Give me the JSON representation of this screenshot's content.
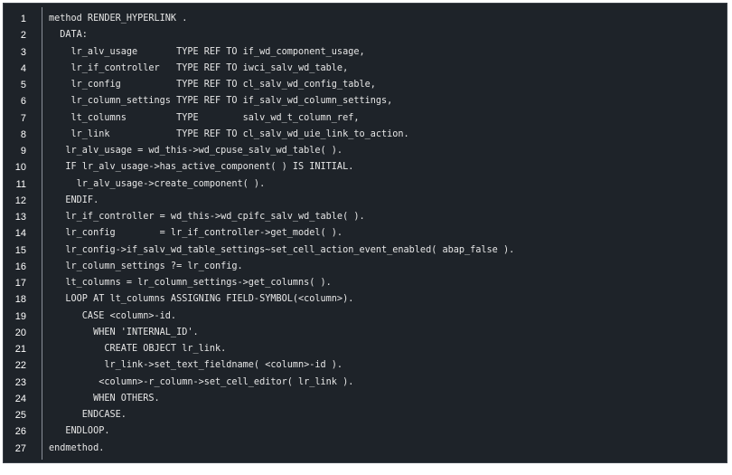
{
  "code_lines": [
    {
      "num": "1",
      "text": "method RENDER_HYPERLINK ."
    },
    {
      "num": "2",
      "text": "  DATA:"
    },
    {
      "num": "3",
      "text": "    lr_alv_usage       TYPE REF TO if_wd_component_usage,"
    },
    {
      "num": "4",
      "text": "    lr_if_controller   TYPE REF TO iwci_salv_wd_table,"
    },
    {
      "num": "5",
      "text": "    lr_config          TYPE REF TO cl_salv_wd_config_table,"
    },
    {
      "num": "6",
      "text": "    lr_column_settings TYPE REF TO if_salv_wd_column_settings,"
    },
    {
      "num": "7",
      "text": "    lt_columns         TYPE        salv_wd_t_column_ref,"
    },
    {
      "num": "8",
      "text": "    lr_link            TYPE REF TO cl_salv_wd_uie_link_to_action."
    },
    {
      "num": "9",
      "text": "   lr_alv_usage = wd_this->wd_cpuse_salv_wd_table( )."
    },
    {
      "num": "10",
      "text": "   IF lr_alv_usage->has_active_component( ) IS INITIAL."
    },
    {
      "num": "11",
      "text": "     lr_alv_usage->create_component( )."
    },
    {
      "num": "12",
      "text": "   ENDIF."
    },
    {
      "num": "13",
      "text": "   lr_if_controller = wd_this->wd_cpifc_salv_wd_table( )."
    },
    {
      "num": "14",
      "text": "   lr_config        = lr_if_controller->get_model( )."
    },
    {
      "num": "15",
      "text": "   lr_config->if_salv_wd_table_settings~set_cell_action_event_enabled( abap_false )."
    },
    {
      "num": "16",
      "text": "   lr_column_settings ?= lr_config."
    },
    {
      "num": "17",
      "text": "   lt_columns = lr_column_settings->get_columns( )."
    },
    {
      "num": "18",
      "text": "   LOOP AT lt_columns ASSIGNING FIELD-SYMBOL(<column>)."
    },
    {
      "num": "19",
      "text": "      CASE <column>-id."
    },
    {
      "num": "20",
      "text": "        WHEN 'INTERNAL_ID'."
    },
    {
      "num": "21",
      "text": "          CREATE OBJECT lr_link."
    },
    {
      "num": "22",
      "text": "          lr_link->set_text_fieldname( <column>-id )."
    },
    {
      "num": "23",
      "text": "         <column>-r_column->set_cell_editor( lr_link )."
    },
    {
      "num": "24",
      "text": "        WHEN OTHERS."
    },
    {
      "num": "25",
      "text": "      ENDCASE."
    },
    {
      "num": "26",
      "text": "   ENDLOOP."
    },
    {
      "num": "27",
      "text": "endmethod."
    }
  ]
}
